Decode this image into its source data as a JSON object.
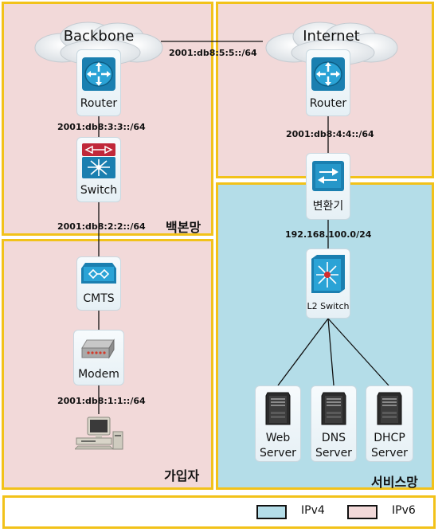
{
  "zones": {
    "backbone": {
      "label": "백본망"
    },
    "subscriber": {
      "label": "가입자"
    },
    "service": {
      "label": "서비스망"
    }
  },
  "clouds": {
    "backbone": {
      "label": "Backbone"
    },
    "internet": {
      "label": "Internet"
    }
  },
  "devices": {
    "backbone_router": {
      "label": "Router",
      "icon": "router-icon"
    },
    "internet_router": {
      "label": "Router",
      "icon": "router-icon"
    },
    "backbone_switch": {
      "label": "Switch",
      "icon": "switch-icon"
    },
    "translator": {
      "label": "변환기",
      "icon": "translator-icon"
    },
    "cmts": {
      "label": "CMTS",
      "icon": "cmts-icon"
    },
    "modem": {
      "label": "Modem",
      "icon": "modem-icon"
    },
    "l2_switch": {
      "label": "L2 Switch",
      "icon": "l2-switch-icon"
    },
    "web_server": {
      "label_line1": "Web",
      "label_line2": "Server",
      "icon": "server-icon"
    },
    "dns_server": {
      "label_line1": "DNS",
      "label_line2": "Server",
      "icon": "server-icon"
    },
    "dhcp_server": {
      "label_line1": "DHCP",
      "label_line2": "Server",
      "icon": "server-icon"
    },
    "pc": {
      "icon": "pc-icon"
    }
  },
  "subnets": {
    "cloud_link": "2001:db8:5:5::/64",
    "router_switch": "2001:db8:3:3::/64",
    "switch_cmts": "2001:db8:2:2::/64",
    "modem_pc": "2001:db8:1:1::/64",
    "router_translator": "2001:db8:4:4::/64",
    "ipv4": "192.168.100.0/24"
  },
  "legend": {
    "ipv4": {
      "label": "IPv4",
      "color": "#b4dde8"
    },
    "ipv6": {
      "label": "IPv6",
      "color": "#f2d9d9"
    }
  },
  "colors": {
    "zone_border": "#f2c21a",
    "ipv6_fill": "#f2d9d9",
    "ipv4_fill": "#b4dde8"
  }
}
